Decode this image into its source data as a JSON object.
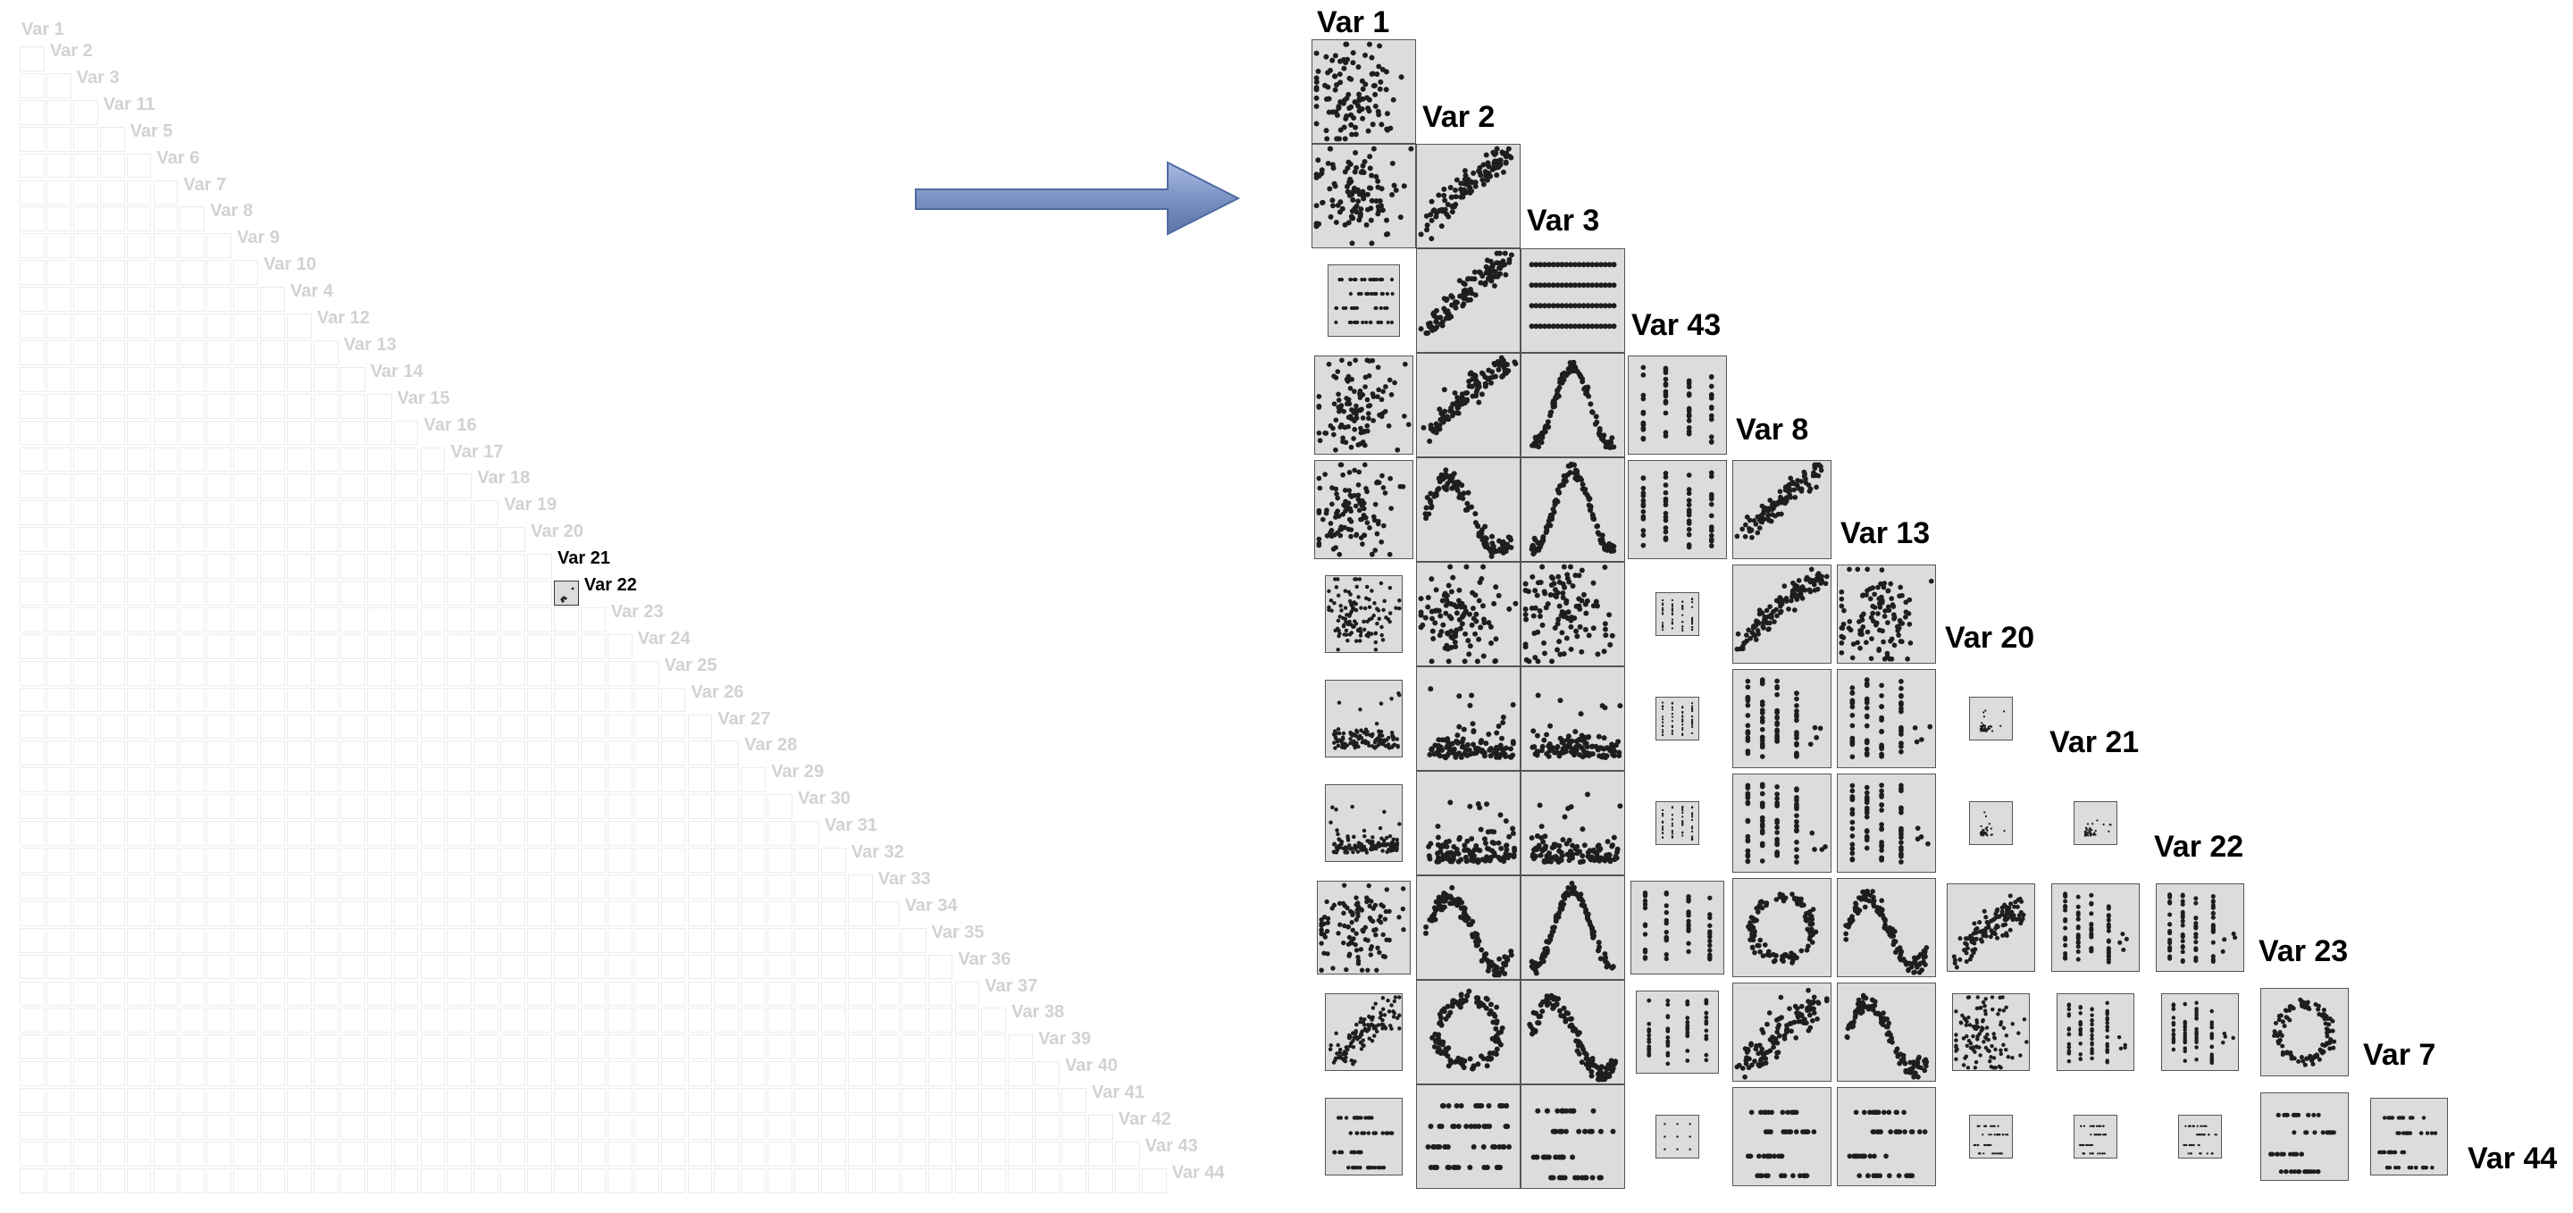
{
  "overview": {
    "labels": [
      "Var 1",
      "Var 2",
      "Var 3",
      "Var 11",
      "Var 5",
      "Var 6",
      "Var 7",
      "Var 8",
      "Var 9",
      "Var 10",
      "Var 4",
      "Var 12",
      "Var 13",
      "Var 14",
      "Var 15",
      "Var 16",
      "Var 17",
      "Var 18",
      "Var 19",
      "Var 20",
      "Var 21",
      "Var 22",
      "Var 23",
      "Var 24",
      "Var 25",
      "Var 26",
      "Var 27",
      "Var 28",
      "Var 29",
      "Var 30",
      "Var 31",
      "Var 32",
      "Var 33",
      "Var 34",
      "Var 35",
      "Var 36",
      "Var 37",
      "Var 38",
      "Var 39",
      "Var 40",
      "Var 41",
      "Var 42",
      "Var 43",
      "Var 44"
    ],
    "highlighted": [
      "Var 21",
      "Var 22"
    ]
  },
  "detail": {
    "labels": [
      "Var 1",
      "Var 2",
      "Var 3",
      "Var 43",
      "Var 8",
      "Var 13",
      "Var 20",
      "Var 21",
      "Var 22",
      "Var 23",
      "Var 7",
      "Var 44"
    ]
  },
  "colors": {
    "panel_fill": "#dcdcdc",
    "panel_border": "#555555",
    "dot": "#1e1e1e",
    "faded_text": "#d2d2d2",
    "arrow_fill": "#7b93c4",
    "arrow_stroke": "#4f6aa0"
  }
}
